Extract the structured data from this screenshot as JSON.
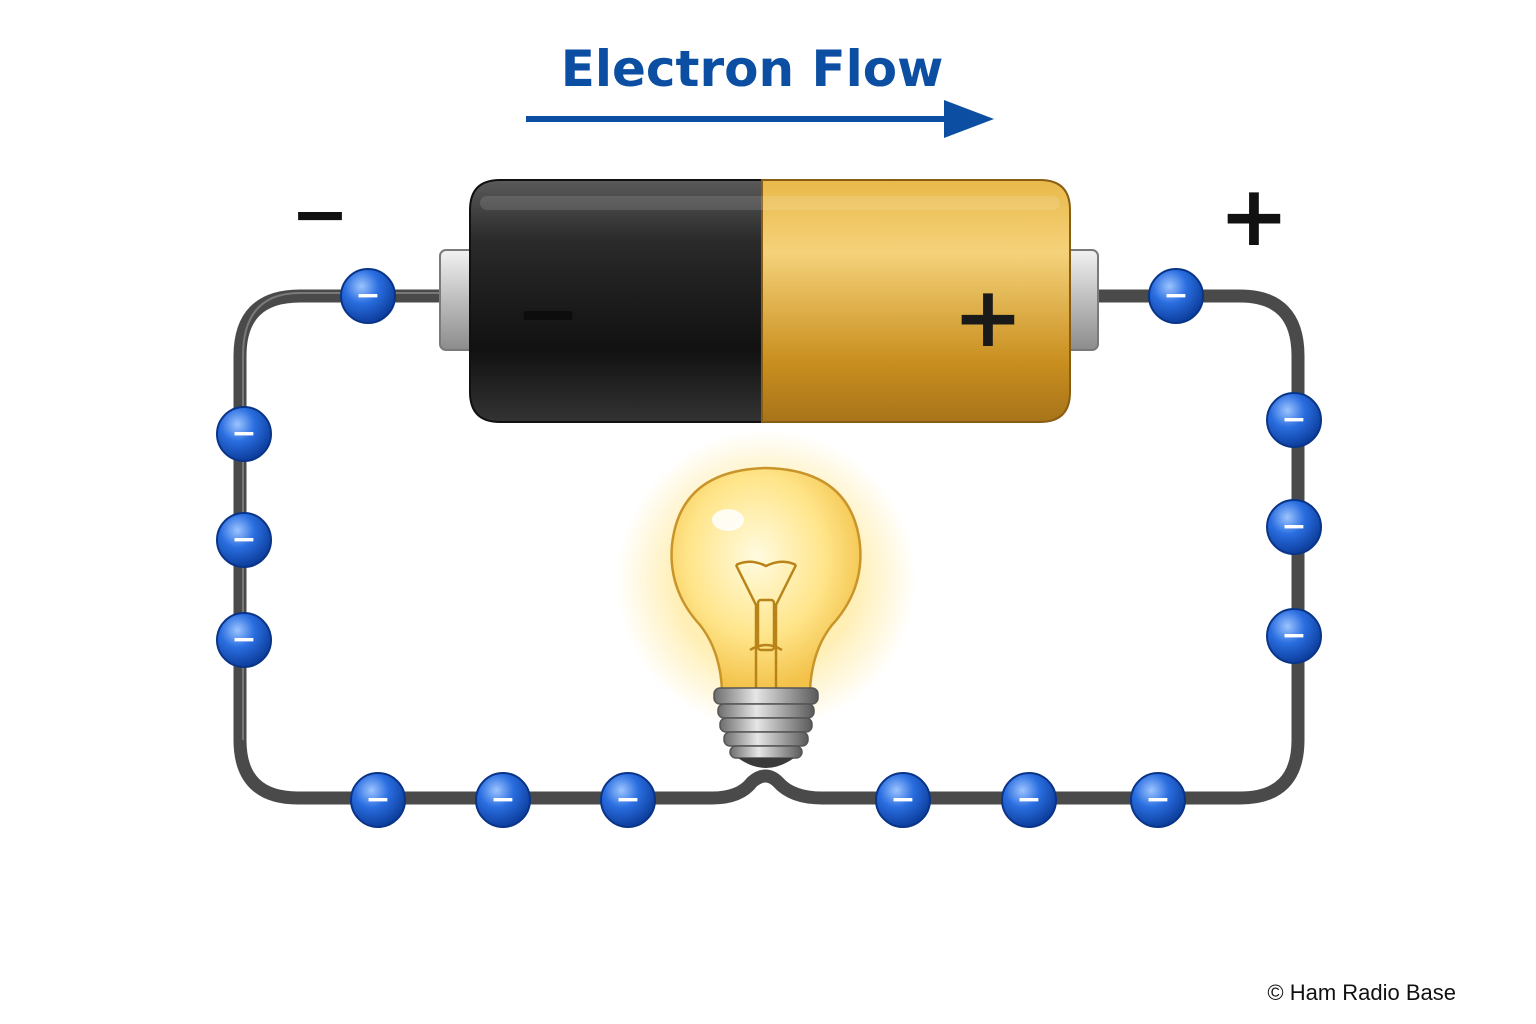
{
  "title": "Electron Flow",
  "terminals": {
    "negative_label": "−",
    "positive_label": "+"
  },
  "battery": {
    "negative_sign": "−",
    "positive_sign": "+"
  },
  "electron_sign": "−",
  "electron_count": 14,
  "credit": "© Ham Radio Base",
  "colors": {
    "title": "#0b4ea2",
    "arrow": "#0b4ea2",
    "electron": "#1f5fcf",
    "wire": "#4a4a4a",
    "battery_negative": "#1c1c1c",
    "battery_positive": "#d9a530",
    "bulb_glow": "#ffe27a"
  }
}
